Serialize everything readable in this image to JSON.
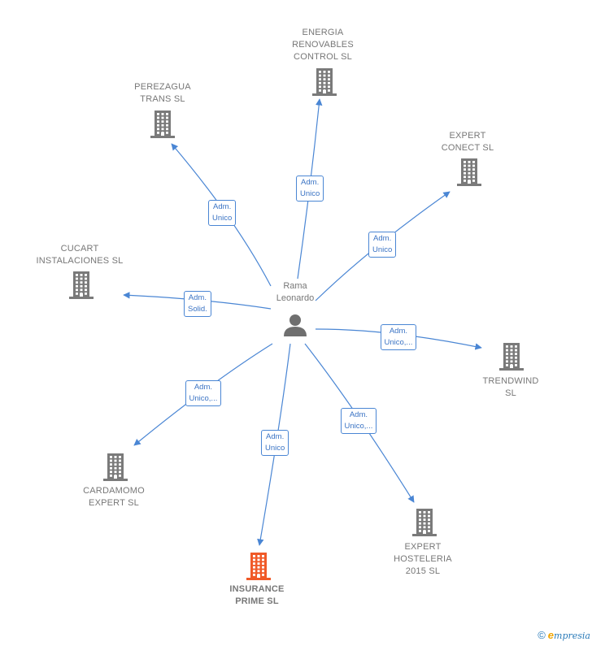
{
  "center": {
    "name": "Rama\nLeonardo",
    "icon": "person-icon"
  },
  "nodes": [
    {
      "id": "energia",
      "label": "ENERGIA\nRENOVABLES\nCONTROL  SL",
      "highlight": false,
      "icon": "building-icon"
    },
    {
      "id": "perezagua",
      "label": "PEREZAGUA\nTRANS  SL",
      "highlight": false,
      "icon": "building-icon"
    },
    {
      "id": "expert_conect",
      "label": "EXPERT\nCONECT  SL",
      "highlight": false,
      "icon": "building-icon"
    },
    {
      "id": "cucart",
      "label": "CUCART\nINSTALACIONES SL",
      "highlight": false,
      "icon": "building-icon"
    },
    {
      "id": "trendwind",
      "label": "TRENDWIND\nSL",
      "highlight": false,
      "icon": "building-icon"
    },
    {
      "id": "cardamomo",
      "label": "CARDAMOMO\nEXPERT  SL",
      "highlight": false,
      "icon": "building-icon"
    },
    {
      "id": "insurance",
      "label": "INSURANCE\nPRIME  SL",
      "highlight": true,
      "icon": "building-icon"
    },
    {
      "id": "expert_hosteleria",
      "label": "EXPERT\nHOSTELERIA\n2015  SL",
      "highlight": false,
      "icon": "building-icon"
    }
  ],
  "edges": [
    {
      "to": "energia",
      "label": "Adm.\nUnico"
    },
    {
      "to": "perezagua",
      "label": "Adm.\nUnico"
    },
    {
      "to": "expert_conect",
      "label": "Adm.\nUnico"
    },
    {
      "to": "cucart",
      "label": "Adm.\nSolid."
    },
    {
      "to": "trendwind",
      "label": "Adm.\nUnico,..."
    },
    {
      "to": "cardamomo",
      "label": "Adm.\nUnico,..."
    },
    {
      "to": "insurance",
      "label": "Adm.\nUnico"
    },
    {
      "to": "expert_hosteleria",
      "label": "Adm.\nUnico,..."
    }
  ],
  "colors": {
    "edge": "#4a86d4",
    "building": "#7a7a7a",
    "building_highlight": "#f05a28",
    "person": "#6f6f6f"
  },
  "footer": {
    "copyright": "©",
    "brand_initial": "e",
    "brand_rest": "mpresia"
  }
}
